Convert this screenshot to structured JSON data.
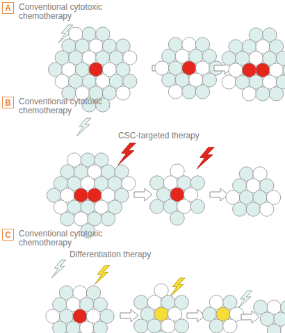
{
  "diagram": {
    "nodes": [
      {
        "text": [
          "A"
        ]
      },
      {
        "text": [
          "B"
        ]
      },
      {
        "text": [
          "C"
        ]
      }
    ],
    "labels": [
      "Conventional cytotoxic chemotherapy",
      "Conventional cytotoxic chemotherapy",
      "CSC-targeted therapy",
      "Conventional cytotoxic chemotherapy",
      "Differentiation therapy"
    ]
  }
}
